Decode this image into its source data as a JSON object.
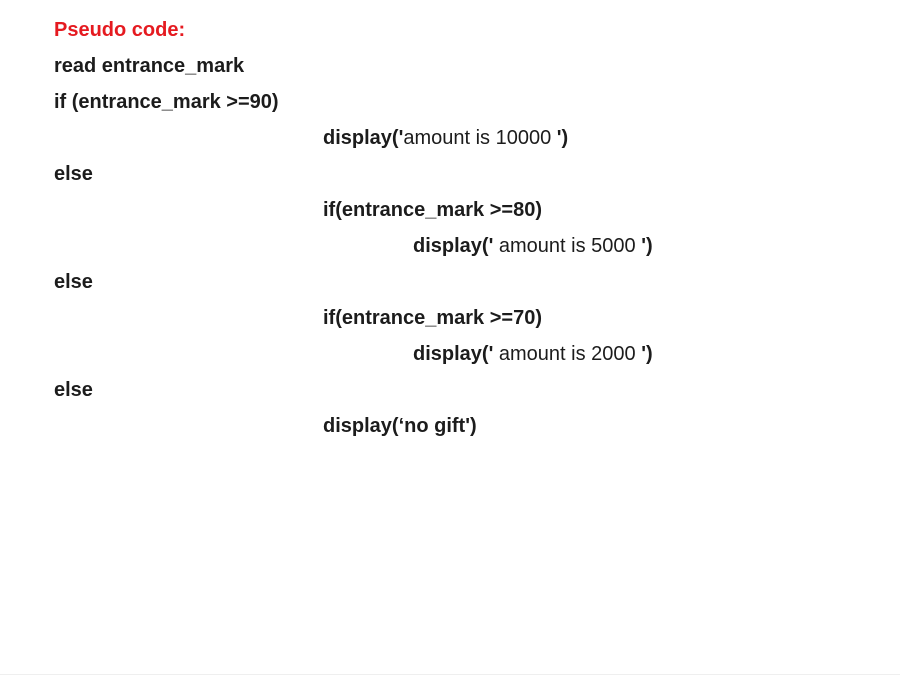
{
  "slide": {
    "background_color": "#ffffff",
    "title_color": "#e51a20",
    "text_color": "#1c1c1c"
  },
  "pseudo_code": {
    "lines": [
      {
        "name": "title-line",
        "indent": 0,
        "style": "title",
        "segments": [
          {
            "text": "Pseudo code:",
            "bold": true
          }
        ]
      },
      {
        "name": "code-line-read",
        "indent": 0,
        "segments": [
          {
            "text": "read entrance_mark",
            "bold": true
          }
        ]
      },
      {
        "name": "code-line-if-90",
        "indent": 0,
        "segments": [
          {
            "text": "if (entrance_mark >=90)",
            "bold": true
          }
        ]
      },
      {
        "name": "code-line-display-10000",
        "indent": 1,
        "segments": [
          {
            "text": "display('",
            "bold": true
          },
          {
            "text": "amount is 10000 ",
            "bold": false
          },
          {
            "text": "')",
            "bold": true
          }
        ]
      },
      {
        "name": "code-line-else-1",
        "indent": 0,
        "segments": [
          {
            "text": "else",
            "bold": true
          }
        ]
      },
      {
        "name": "code-line-if-80",
        "indent": 1,
        "segments": [
          {
            "text": "if(entrance_mark >=80)",
            "bold": true
          }
        ]
      },
      {
        "name": "code-line-display-5000",
        "indent": 2,
        "segments": [
          {
            "text": "display('",
            "bold": true
          },
          {
            "text": " amount is 5000 ",
            "bold": false
          },
          {
            "text": "')",
            "bold": true
          }
        ]
      },
      {
        "name": "code-line-else-2",
        "indent": 0,
        "segments": [
          {
            "text": "else",
            "bold": true
          }
        ]
      },
      {
        "name": "code-line-if-70",
        "indent": 1,
        "segments": [
          {
            "text": "if(entrance_mark >=70)",
            "bold": true
          }
        ]
      },
      {
        "name": "code-line-display-2000",
        "indent": 2,
        "segments": [
          {
            "text": "display('",
            "bold": true
          },
          {
            "text": " amount is 2000 ",
            "bold": false
          },
          {
            "text": "')",
            "bold": true
          }
        ]
      },
      {
        "name": "code-line-else-3",
        "indent": 0,
        "segments": [
          {
            "text": "else",
            "bold": true
          }
        ]
      },
      {
        "name": "code-line-display-no-gift",
        "indent": 1,
        "segments": [
          {
            "text": "display(‘no gift')",
            "bold": true
          }
        ]
      }
    ]
  }
}
